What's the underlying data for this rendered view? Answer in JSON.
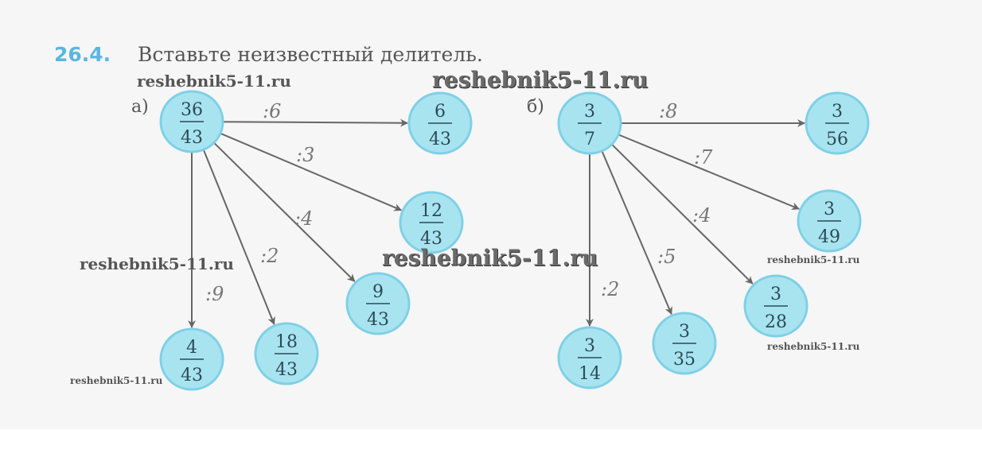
{
  "exercise": {
    "number": "26.4.",
    "title": "Вставьте неизвестный делитель."
  },
  "watermark": "reshebnik5-11.ru",
  "parts": [
    {
      "label": "а)",
      "source": {
        "num": "36",
        "den": "43"
      },
      "branches": [
        {
          "op": ":6",
          "num": "6",
          "den": "43"
        },
        {
          "op": ":3",
          "num": "12",
          "den": "43"
        },
        {
          "op": ":4",
          "num": "9",
          "den": "43"
        },
        {
          "op": ":2",
          "num": "18",
          "den": "43"
        },
        {
          "op": ":9",
          "num": "4",
          "den": "43"
        }
      ]
    },
    {
      "label": "б)",
      "source": {
        "num": "3",
        "den": "7"
      },
      "branches": [
        {
          "op": ":8",
          "num": "3",
          "den": "56"
        },
        {
          "op": ":7",
          "num": "3",
          "den": "49"
        },
        {
          "op": ":4",
          "num": "3",
          "den": "28"
        },
        {
          "op": ":5",
          "num": "3",
          "den": "35"
        },
        {
          "op": ":2",
          "num": "3",
          "den": "14"
        }
      ]
    }
  ],
  "colors": {
    "circle_fill": "#a8e4f0",
    "circle_stroke": "#7fd0e6",
    "accent": "#5ab6e2",
    "arrow": "#666666"
  }
}
